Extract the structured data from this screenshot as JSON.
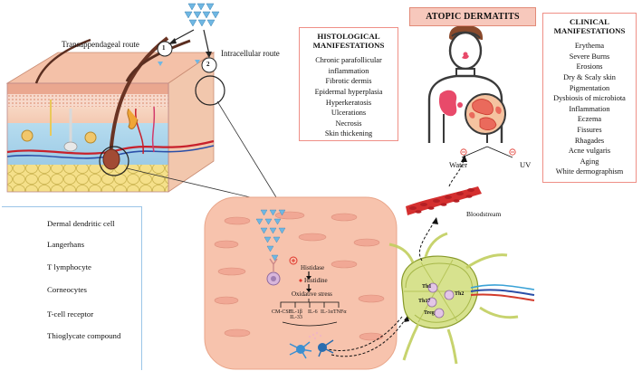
{
  "title": "ATOPIC DERMATITS",
  "routes": {
    "transappendageal": "Transappendageal route",
    "intracellular": "Intracellular route",
    "marker1": "1",
    "marker2": "2"
  },
  "histological": {
    "heading": "HISTOLOGICAL MANIFESTATIONS",
    "items": [
      "Chronic parafollicular inflammation",
      "Fibrotic dermis",
      "Epidermal hyperplasia",
      "Hyperkeratosis",
      "Ulcerations",
      "Necrosis",
      "Skin thickening"
    ]
  },
  "clinical": {
    "heading": "CLINICAL MANIFESTATIONS",
    "items": [
      "Erythema",
      "Severe Burns",
      "Erosions",
      "Dry & Scaly skin",
      "Pigmentation",
      "Dysbiosis of microbiota",
      "Inflammation",
      "Eczema",
      "Fissures",
      "Rhagades",
      "Acne vulgaris",
      "Aging",
      "White dermographism"
    ]
  },
  "factors": {
    "water": "Water",
    "uv": "UV"
  },
  "bloodstream": "Bloodstream",
  "pathway": {
    "histidase": "Histidase",
    "histidine": "Histidine",
    "oxidative": "Oxidative stress",
    "cytokines": [
      "CM-CSF",
      "IL-1β IL-33",
      "IL-6",
      "IL-1α",
      "TNFα"
    ]
  },
  "lymph_cells": [
    "Th1",
    "Th2",
    "Th17",
    "Treg"
  ],
  "legend": [
    "Dermal dendritic cell",
    "Langerhans",
    "T lymphocyte",
    "Corneocytes",
    "T-cell receptor",
    "Thioglycate compound"
  ],
  "colors": {
    "title_fill": "#f7c8bc",
    "box_border": "#ef8f86",
    "accent_red": "#e0352b",
    "compound_blue": "#6fb7e3"
  }
}
